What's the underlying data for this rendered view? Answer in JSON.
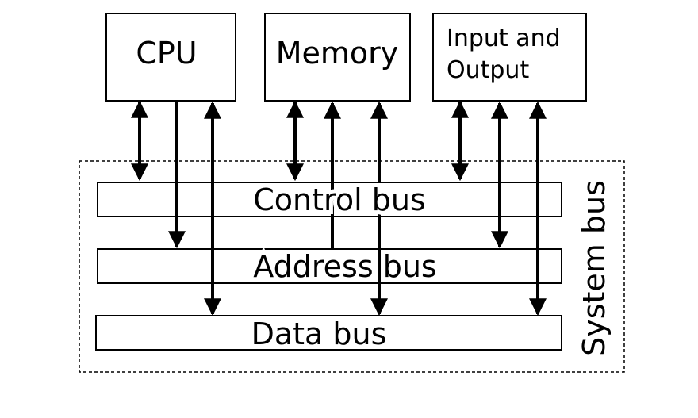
{
  "components": {
    "cpu": "CPU",
    "memory": "Memory",
    "io_line1": "Input and",
    "io_line2": "Output"
  },
  "buses": {
    "control": "Control bus",
    "address": "Address bus",
    "data": "Data bus"
  },
  "system_bus": "System bus",
  "colors": {
    "stroke": "#000000",
    "background": "#ffffff"
  }
}
